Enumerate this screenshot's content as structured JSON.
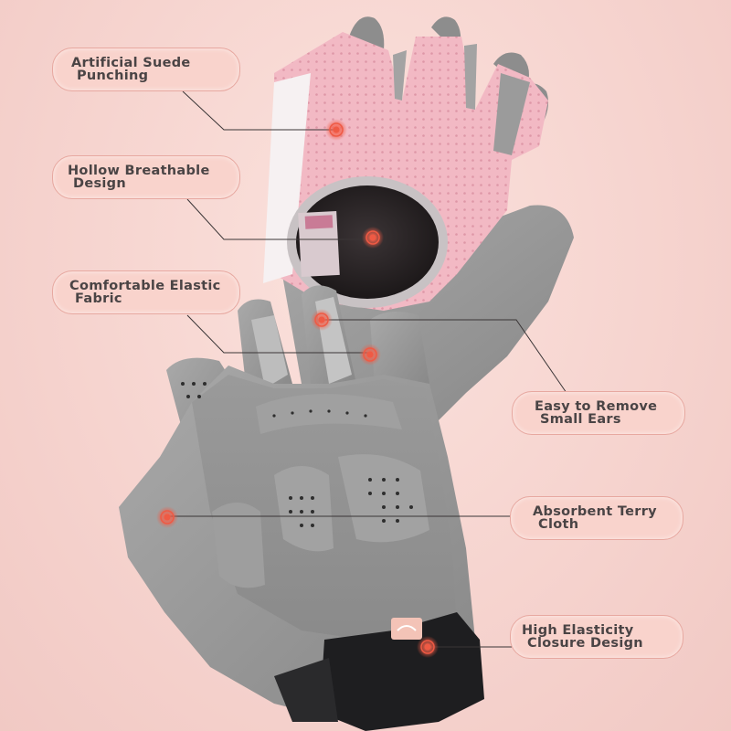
{
  "callouts": [
    {
      "id": "suede",
      "line1": "Artificial Suede",
      "line2": "Punching"
    },
    {
      "id": "hollow",
      "line1": "Hollow Breathable",
      "line2": "Design"
    },
    {
      "id": "elastic",
      "line1": "Comfortable Elastic",
      "line2": "Fabric"
    },
    {
      "id": "ears",
      "line1": "Easy to Remove",
      "line2": "Small Ears"
    },
    {
      "id": "terry",
      "line1": "Absorbent Terry",
      "line2": "Cloth"
    },
    {
      "id": "closure",
      "line1": "High Elasticity",
      "line2": "Closure Design"
    }
  ],
  "colors": {
    "background": "#f6d4cf",
    "callout_fill": "#f9d3cc",
    "callout_border": "#e7a8a0",
    "text": "#4a4445",
    "marker": "#ef5a44",
    "glove_pink": "#f2b9c4",
    "glove_grey": "#9a9a9a",
    "suede_grey": "#8e8e8e",
    "cuff_black": "#1e1e20"
  }
}
